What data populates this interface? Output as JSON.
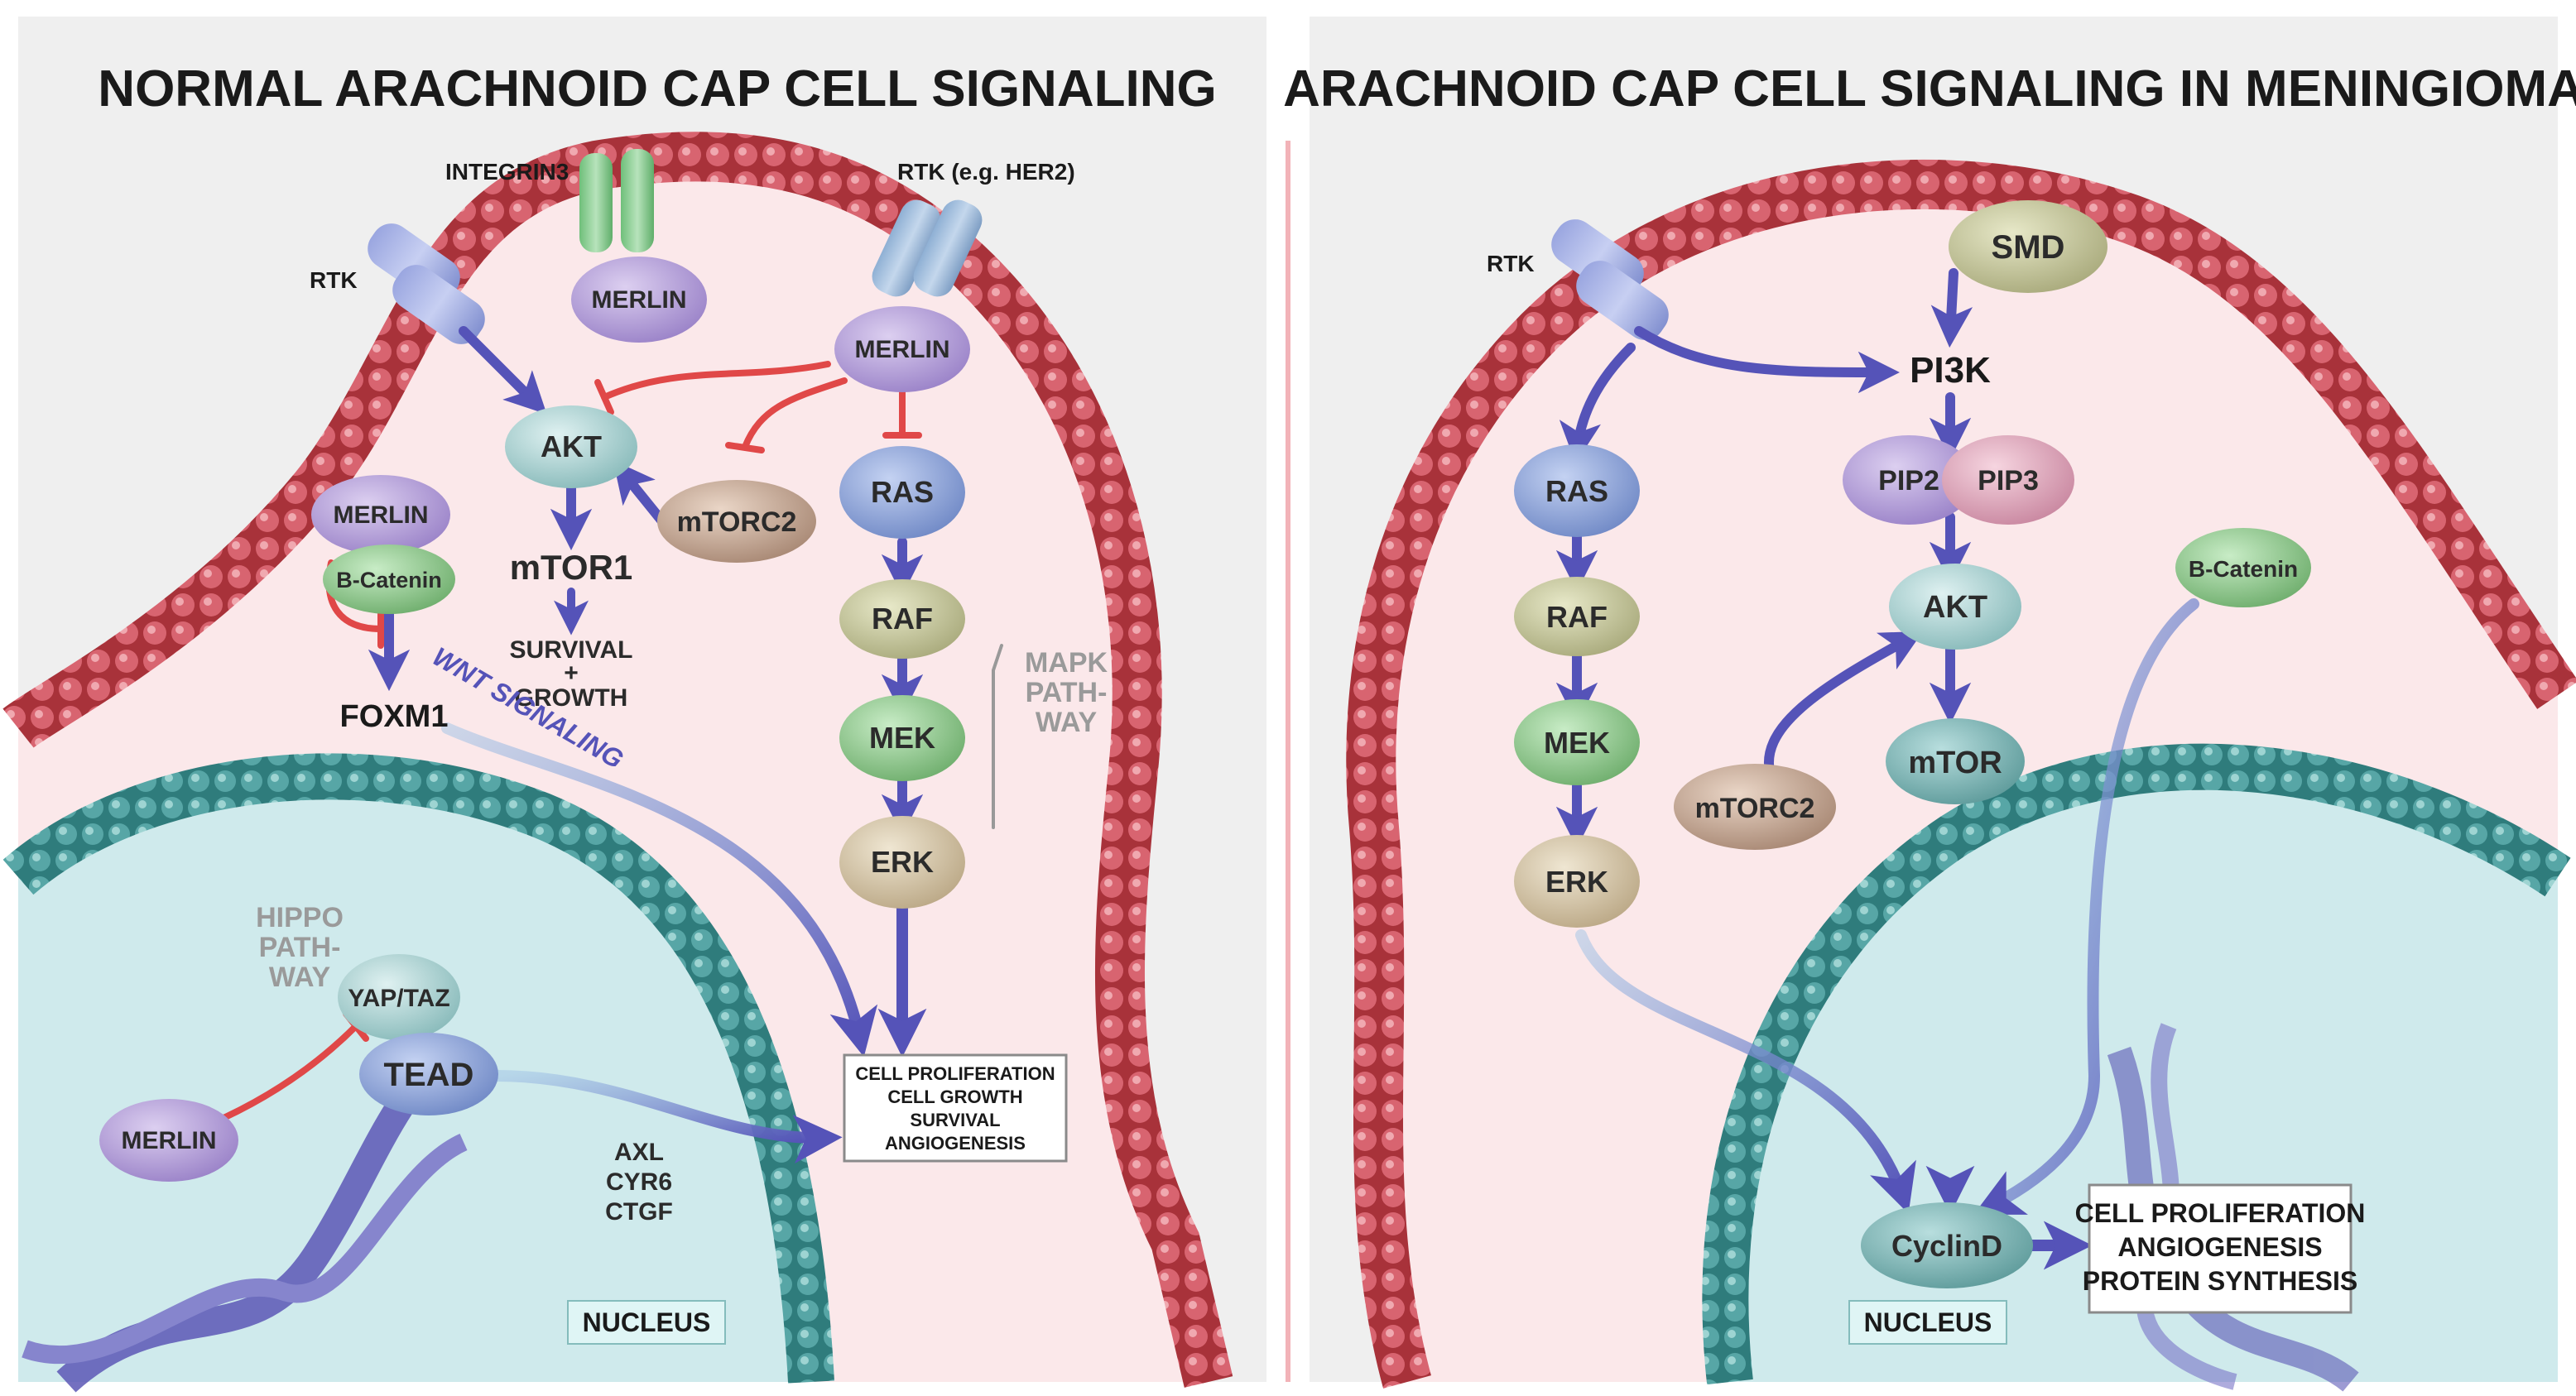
{
  "left_panel": {
    "title": "NORMAL ARACHNOID CAP CELL SIGNALING",
    "receptors": {
      "rtk": "RTK",
      "integrin": "INTEGRIN3",
      "rtk_her2": "RTK (e.g. HER2)"
    },
    "nodes": {
      "merlin_integrin": "MERLIN",
      "merlin_her2": "MERLIN",
      "akt": "AKT",
      "mtorc2": "mTORC2",
      "mtor1": "mTOR1",
      "survival_growth": [
        "SURVIVAL",
        "+",
        "GROWTH"
      ],
      "merlin_wnt": "MERLIN",
      "b_catenin": "B-Catenin",
      "foxm1": "FOXM1",
      "wnt_signaling": "WNT SIGNALING",
      "ras": "RAS",
      "raf": "RAF",
      "mek": "MEK",
      "erk": "ERK",
      "mapk_pathway": [
        "MAPK",
        "PATH-",
        "WAY"
      ],
      "hippo_pathway": [
        "HIPPO",
        "PATH-",
        "WAY"
      ],
      "yap_taz": "YAP/TAZ",
      "tead": "TEAD",
      "merlin_hippo": "MERLIN",
      "tead_targets": [
        "AXL",
        "CYR6",
        "CTGF"
      ]
    },
    "outcome": [
      "CELL PROLIFERATION",
      "CELL GROWTH",
      "SURVIVAL",
      "ANGIOGENESIS"
    ],
    "nucleus": "NUCLEUS"
  },
  "right_panel": {
    "title": "ARACHNOID CAP CELL SIGNALING IN MENINGIOMA",
    "receptors": {
      "rtk": "RTK"
    },
    "nodes": {
      "smd": "SMD",
      "pi3k": "PI3K",
      "pip2": "PIP2",
      "pip3": "PIP3",
      "akt": "AKT",
      "mtor": "mTOR",
      "mtorc2": "mTORC2",
      "b_catenin": "B-Catenin",
      "ras": "RAS",
      "raf": "RAF",
      "mek": "MEK",
      "erk": "ERK",
      "cyclind": "CyclinD"
    },
    "outcome": [
      "CELL PROLIFERATION",
      "ANGIOGENESIS",
      "PROTEIN SYNTHESIS"
    ],
    "nucleus": "NUCLEUS"
  },
  "colors": {
    "background": "#efefef",
    "cytoplasm": "#fbe8ea",
    "membrane": "#b5383e",
    "nucleus_fill": "#cfeaec",
    "nucleus_membrane": "#3d8a8a",
    "arrow": "#5553b8",
    "inhibit": "#e04848",
    "purple_node": "#b7a3d9",
    "blue_node": "#8ea6d9",
    "teal_node": "#a9d3d3",
    "olive_node": "#c9caa0",
    "green_node": "#92c98f",
    "tan_node": "#c8ab98",
    "pink_node": "#e6a9be"
  }
}
